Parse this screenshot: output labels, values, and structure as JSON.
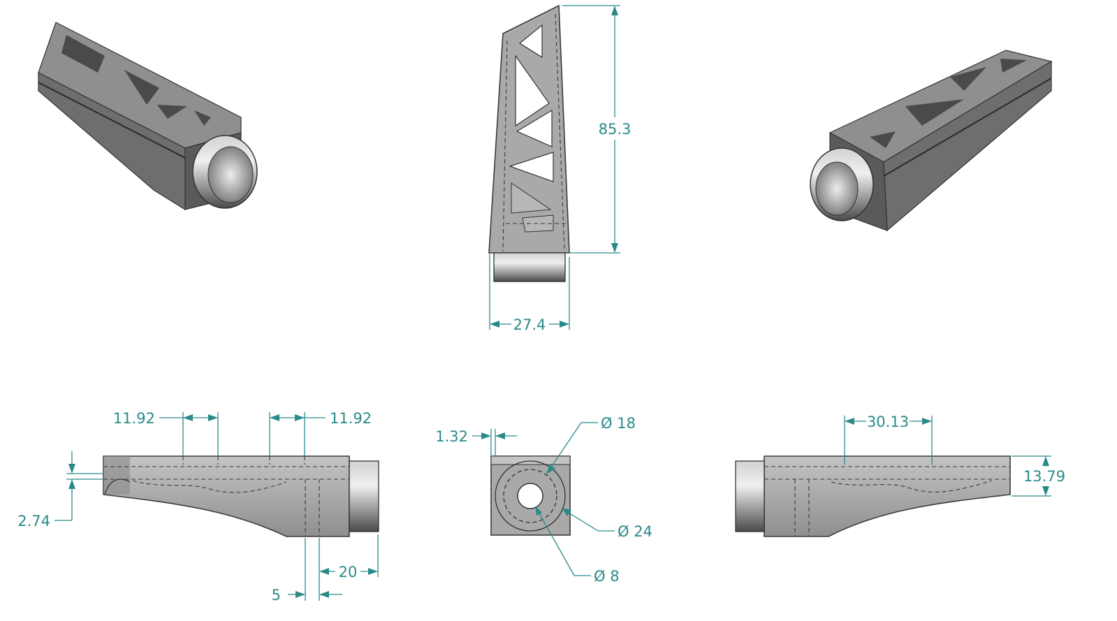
{
  "dimensions": {
    "top_height": "85.3",
    "top_width": "27.4",
    "left_slot_a": "11.92",
    "left_slot_b": "11.92",
    "left_step": "2.74",
    "left_offset_small": "5",
    "left_offset_large": "20",
    "front_wall": "1.32",
    "front_dia_18": "Ø 18",
    "front_dia_24": "Ø 24",
    "front_dia_8": "Ø 8",
    "right_slot": "30.13",
    "right_height": "13.79"
  },
  "colors": {
    "dimension": "#2a8a8a",
    "outline": "#3a3a3a",
    "body_fill": "#a9a9a9"
  }
}
